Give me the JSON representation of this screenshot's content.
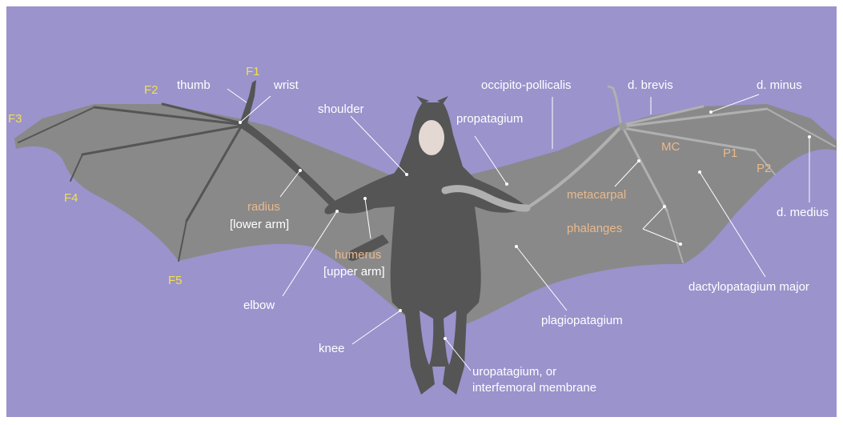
{
  "colors": {
    "background": "#9a93cc",
    "wing_membrane": "#898989",
    "body_dark": "#555555",
    "bone_light": "#b0b0b0",
    "label_white": "#ffffff",
    "label_tan": "#e9b98c",
    "label_yellow": "#f2e04a"
  },
  "finger_labels": {
    "f1": "F1",
    "f2": "F2",
    "f3": "F3",
    "f4": "F4",
    "f5": "F5"
  },
  "labels": {
    "thumb": "thumb",
    "wrist": "wrist",
    "shoulder": "shoulder",
    "radius": "radius",
    "lower_arm": "[lower arm]",
    "humerus": "humerus",
    "upper_arm": "[upper arm]",
    "elbow": "elbow",
    "knee": "knee",
    "occipito_pollicalis": "occipito-pollicalis",
    "propatagium": "propatagium",
    "d_brevis": "d. brevis",
    "d_minus": "d. minus",
    "mc": "MC",
    "p1": "P1",
    "p2": "P2",
    "d_medius": "d. medius",
    "metacarpal": "metacarpal",
    "phalanges": "phalanges",
    "dactylopatagium_major": "dactylopatagium major",
    "plagiopatagium": "plagiopatagium",
    "uropatagium_line1": "uropatagium, or",
    "uropatagium_line2": "interfemoral membrane"
  }
}
